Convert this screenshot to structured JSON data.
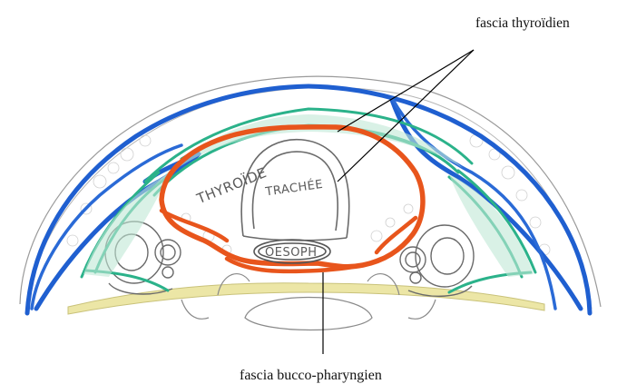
{
  "labels": {
    "fascia_thyroidien": "fascia thyroïdien",
    "fascia_bucco_pharyngien": "fascia bucco-pharyngien"
  },
  "sketch_labels": {
    "thyroide": "THYROÏDE",
    "trachee": "TRACHÉE",
    "oesophage": "OESOPH"
  },
  "colors": {
    "outer_fascia": "#1f5fd0",
    "muscles": "#2bb28a",
    "thyroid_fascia": "#e8551c",
    "pencil": "#777777",
    "yellow_layer": "#e8e2a0",
    "leader_line": "#000000"
  }
}
